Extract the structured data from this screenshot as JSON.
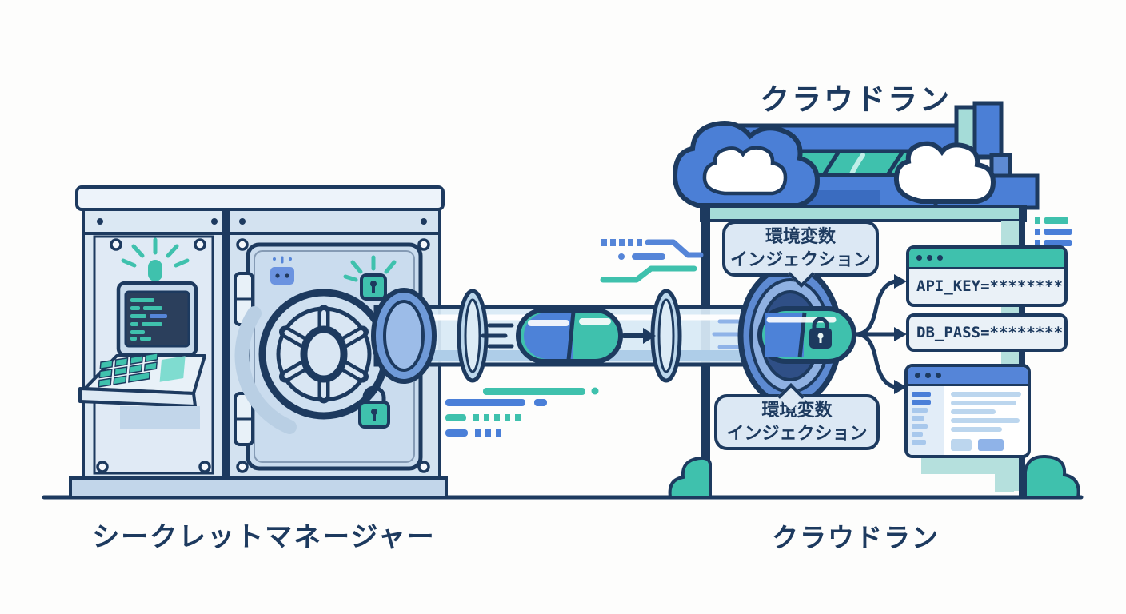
{
  "header": {
    "cloud_run_title": "クラウドラン"
  },
  "labels": {
    "secret_manager": "シークレットマネージャー",
    "cloud_run": "クラウドラン"
  },
  "bubbles": {
    "top": {
      "line1": "環境変数",
      "line2": "インジェクション"
    },
    "bottom": {
      "line1": "環境変数",
      "line2": "インジェクション"
    }
  },
  "env_vars": {
    "api_key": "API_KEY=********",
    "db_pass": "DB_PASS=********"
  },
  "icons": {
    "window_dots": "window-dots-icon",
    "vault_wheel": "vault-wheel-icon",
    "padlock": "padlock-icon",
    "capsule": "capsule-icon",
    "capsule_lock": "lock-icon",
    "cloud": "cloud-icon",
    "terminal_screen": "terminal-icon",
    "keyboard": "keyboard-icon",
    "indicator_light": "indicator-light-icon",
    "robot_badge": "robot-icon",
    "arrow_right": "arrow-right-icon"
  },
  "colors": {
    "outline_navy": "#1d3a5f",
    "blue": "#4b7fd6",
    "teal": "#3fc1ad",
    "light_teal": "#a5dcd8",
    "bubble_fill": "#dce8f4",
    "box_fill": "#eaf1f7",
    "screen_navy": "#2b3f5c",
    "background": "#fdfdfc"
  }
}
